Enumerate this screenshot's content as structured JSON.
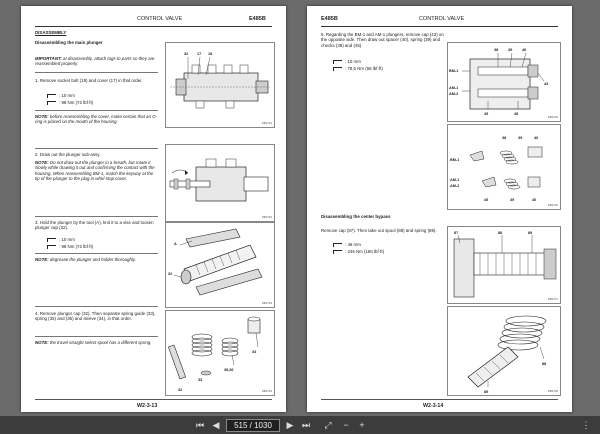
{
  "left_page": {
    "header_title": "CONTROL VALVE",
    "header_model": "E485B",
    "section": "DISASSEMBLY",
    "subsection": "Disassembling the main plunger",
    "important_label": "IMPORTANT:",
    "important_text": " at disassembly, attach tags to parts so they are reassembled properly.",
    "step1": "1.   Remove socket bolt (18) and cover (17) in that order.",
    "step1_tool_size": ": 10 mm",
    "step1_torque": ": 98 Nm (72 lbf·ft)",
    "note1_label": "NOTE:",
    "note1_text": " before reassembling the cover, make certain that an O-ring is placed on the mouth of the housing.",
    "step2": "2.   Draw out the plunger sub-assy.",
    "note2_label": "NOTE:",
    "note2_text": " Do not draw out the plunger in a breath, but rotate it slowly while drawing it out and confirming the contact with the housing. When reassembling BM-1, match the keyway at the tip of the plunger to the plug in whirl-stop cover.",
    "step3": "3.   Hold the plunger by the tool (A), knit it to a vise and loosen plunger cap (32).",
    "step3_tool_size": ": 10 mm",
    "step3_torque": ": 98 Nm (72 lbf·ft)",
    "note3_label": "NOTE:",
    "note3_text": " degrease the plunger and holder thoroughly.",
    "step4": "4.   Remove plunger cap (32). Then separate spring guide (33), spring (35) and (36) and sleeve (34), in that order.",
    "note4_label": "NOTE:",
    "note4_text": " the travel straight select spool has a different spring.",
    "fig1_labels": [
      "32",
      "17",
      "18"
    ],
    "fig1_code": "DB2741",
    "fig2_code": "DB2742",
    "fig3_labels": [
      "A",
      "32"
    ],
    "fig3_code": "DB2743",
    "fig4_labels": [
      "34",
      "33",
      "35,36",
      "32"
    ],
    "fig4_code": "DB2744",
    "page_number": "W2-3-13"
  },
  "right_page": {
    "header_model": "E485B",
    "header_title": "CONTROL VALVE",
    "step5": "5.   Regarding the BM-1 and AM-1 plungers, remove cap (43) on the opposite side. Then draw out spacer (40), spring (39) and checks (38) and (45).",
    "step5_tool_size": ": 10 mm",
    "step5_torque": ": 78,5 Nm (58 lbf·ft)",
    "fig5_labels": [
      "38",
      "39",
      "40",
      "BM-1",
      "43",
      "AM-1",
      "AM-2",
      "45",
      "45"
    ],
    "fig5_code": "DB2745",
    "fig6_labels": [
      "38",
      "39",
      "40",
      "BM-1",
      "AM-1",
      "AM-2",
      "45",
      "39",
      "40"
    ],
    "fig6_code": "DB2746",
    "subsection": "Disassembling the center bypass",
    "bypass_text": "Remove cap (87). Then take out spool (88) and spring (89).",
    "bypass_tool_size": ": 46 mm",
    "bypass_torque": ": 245 Nm (180 lbf·ft)",
    "fig7_labels": [
      "87",
      "88",
      "89"
    ],
    "fig7_code": "DB2747",
    "fig8_labels": [
      "88",
      "89"
    ],
    "fig8_code": "DB2748",
    "page_number": "W2-3-14"
  },
  "toolbar": {
    "first_icon": "⏮",
    "prev_icon": "◀",
    "page_value": "515 / 1030",
    "next_icon": "▶",
    "last_icon": "⏭",
    "fit_icon": "⤢",
    "zoom_out_icon": "−",
    "zoom_in_icon": "+",
    "menu_icon": "⋮"
  }
}
